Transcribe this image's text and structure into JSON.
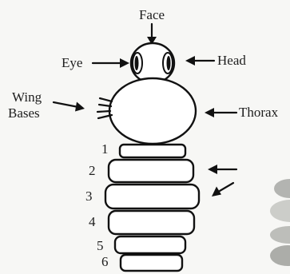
{
  "labels": {
    "face": "Face",
    "eye": "Eye",
    "head": "Head",
    "wing_bases_line1": "Wing",
    "wing_bases_line2": "Bases",
    "thorax": "Thorax"
  },
  "segment_numbers": [
    "1",
    "2",
    "3",
    "4",
    "5",
    "6"
  ]
}
